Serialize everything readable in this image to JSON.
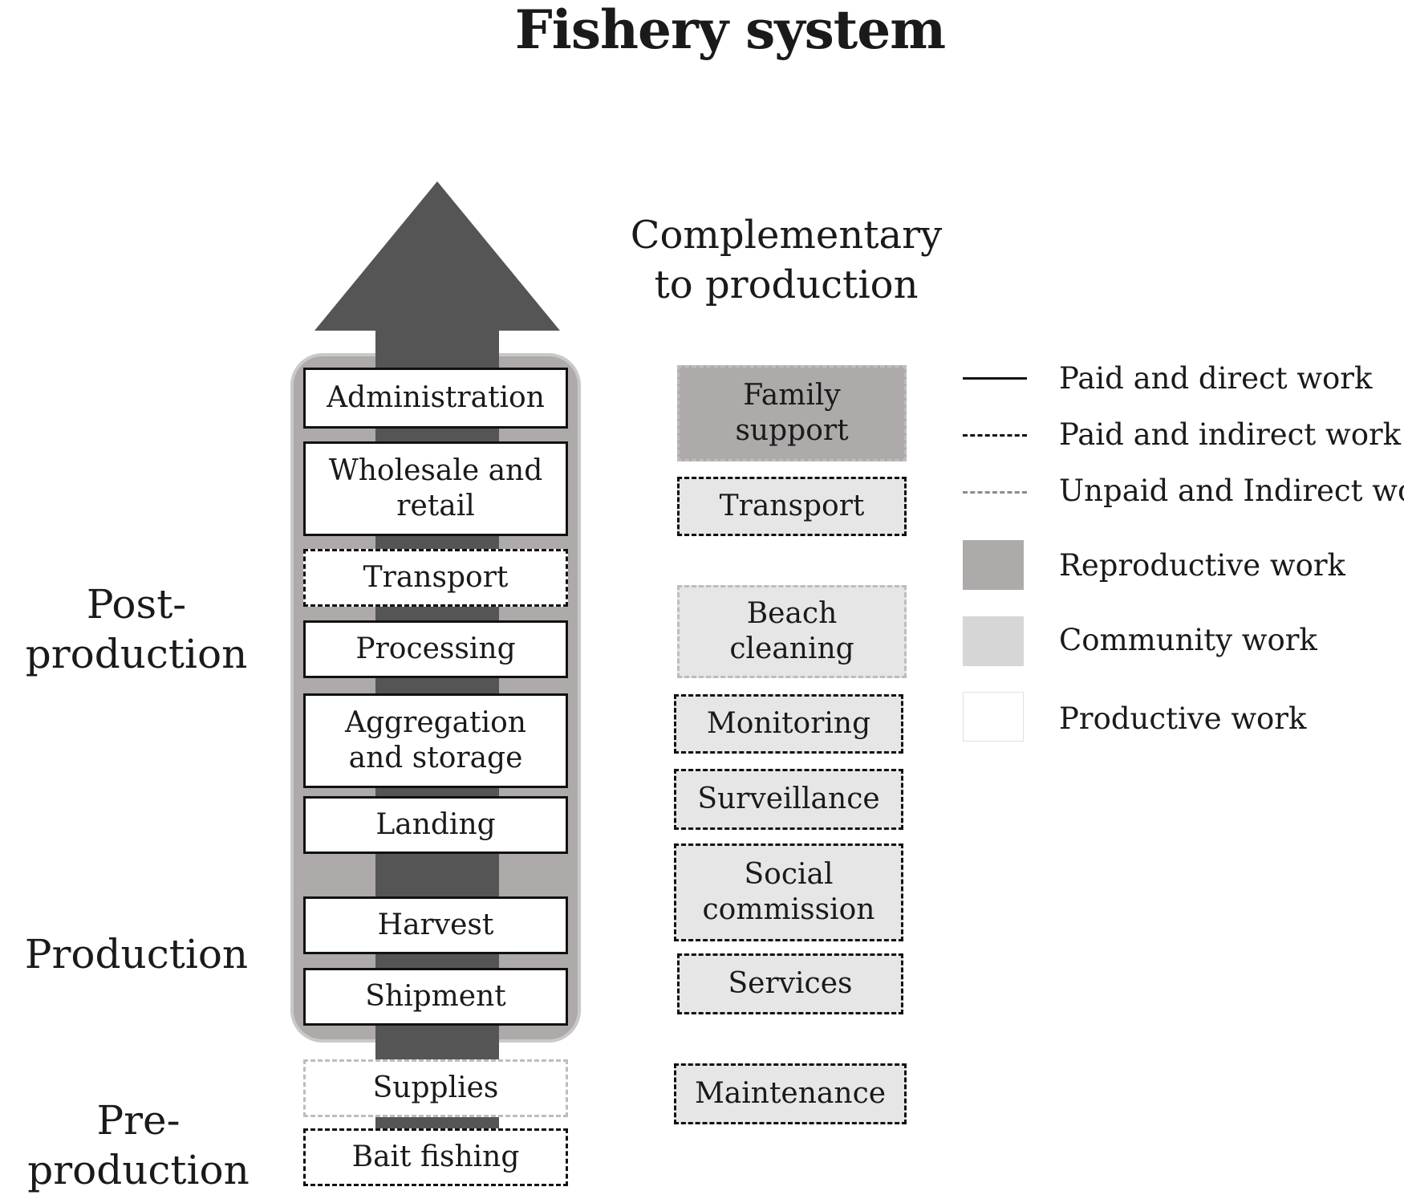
{
  "title": "Fishery system",
  "complementary_heading": "Complementary to production",
  "stages": {
    "post_production": "Post-production",
    "production": "Production",
    "pre_production": "Pre-production"
  },
  "main_chain": [
    {
      "label": "Administration",
      "line": "solid",
      "work": "productive"
    },
    {
      "label": "Wholesale and retail",
      "line": "solid",
      "work": "productive"
    },
    {
      "label": "Transport",
      "line": "dashed",
      "work": "productive"
    },
    {
      "label": "Processing",
      "line": "solid",
      "work": "productive"
    },
    {
      "label": "Aggregation and storage",
      "line": "solid",
      "work": "productive"
    },
    {
      "label": "Landing",
      "line": "solid",
      "work": "productive"
    },
    {
      "label": "Harvest",
      "line": "solid",
      "work": "productive"
    },
    {
      "label": "Shipment",
      "line": "solid",
      "work": "productive"
    },
    {
      "label": "Supplies",
      "line": "dashed-light",
      "work": "productive"
    },
    {
      "label": "Bait fishing",
      "line": "dashed",
      "work": "productive"
    }
  ],
  "complementary": [
    {
      "label": "Family support",
      "line": "dashed-light",
      "work": "reproductive"
    },
    {
      "label": "Transport",
      "line": "dashed",
      "work": "community"
    },
    {
      "label": "Beach cleaning",
      "line": "dashed-light",
      "work": "community"
    },
    {
      "label": "Monitoring",
      "line": "dashed",
      "work": "community"
    },
    {
      "label": "Surveillance",
      "line": "dashed",
      "work": "community"
    },
    {
      "label": "Social commission",
      "line": "dashed",
      "work": "community"
    },
    {
      "label": "Services",
      "line": "dashed",
      "work": "community"
    },
    {
      "label": "Maintenance",
      "line": "dashed",
      "work": "community"
    }
  ],
  "legend": [
    {
      "label": "Paid and direct work",
      "kind": "solid-line"
    },
    {
      "label": "Paid and indirect work",
      "kind": "dashed-line"
    },
    {
      "label": "Unpaid and Indirect work",
      "kind": "light-dashed-line"
    },
    {
      "label": "Reproductive work",
      "kind": "swatch",
      "color": "#aeaaaa"
    },
    {
      "label": "Community work",
      "kind": "swatch",
      "color": "#d6d6d6"
    },
    {
      "label": "Productive work",
      "kind": "swatch",
      "color": "#ffffff"
    }
  ],
  "colors": {
    "arrow": "#555555",
    "production_band": "#aeaaaa",
    "community_fill": "#e6e6e6",
    "reproductive_fill": "#aeaaaa"
  }
}
